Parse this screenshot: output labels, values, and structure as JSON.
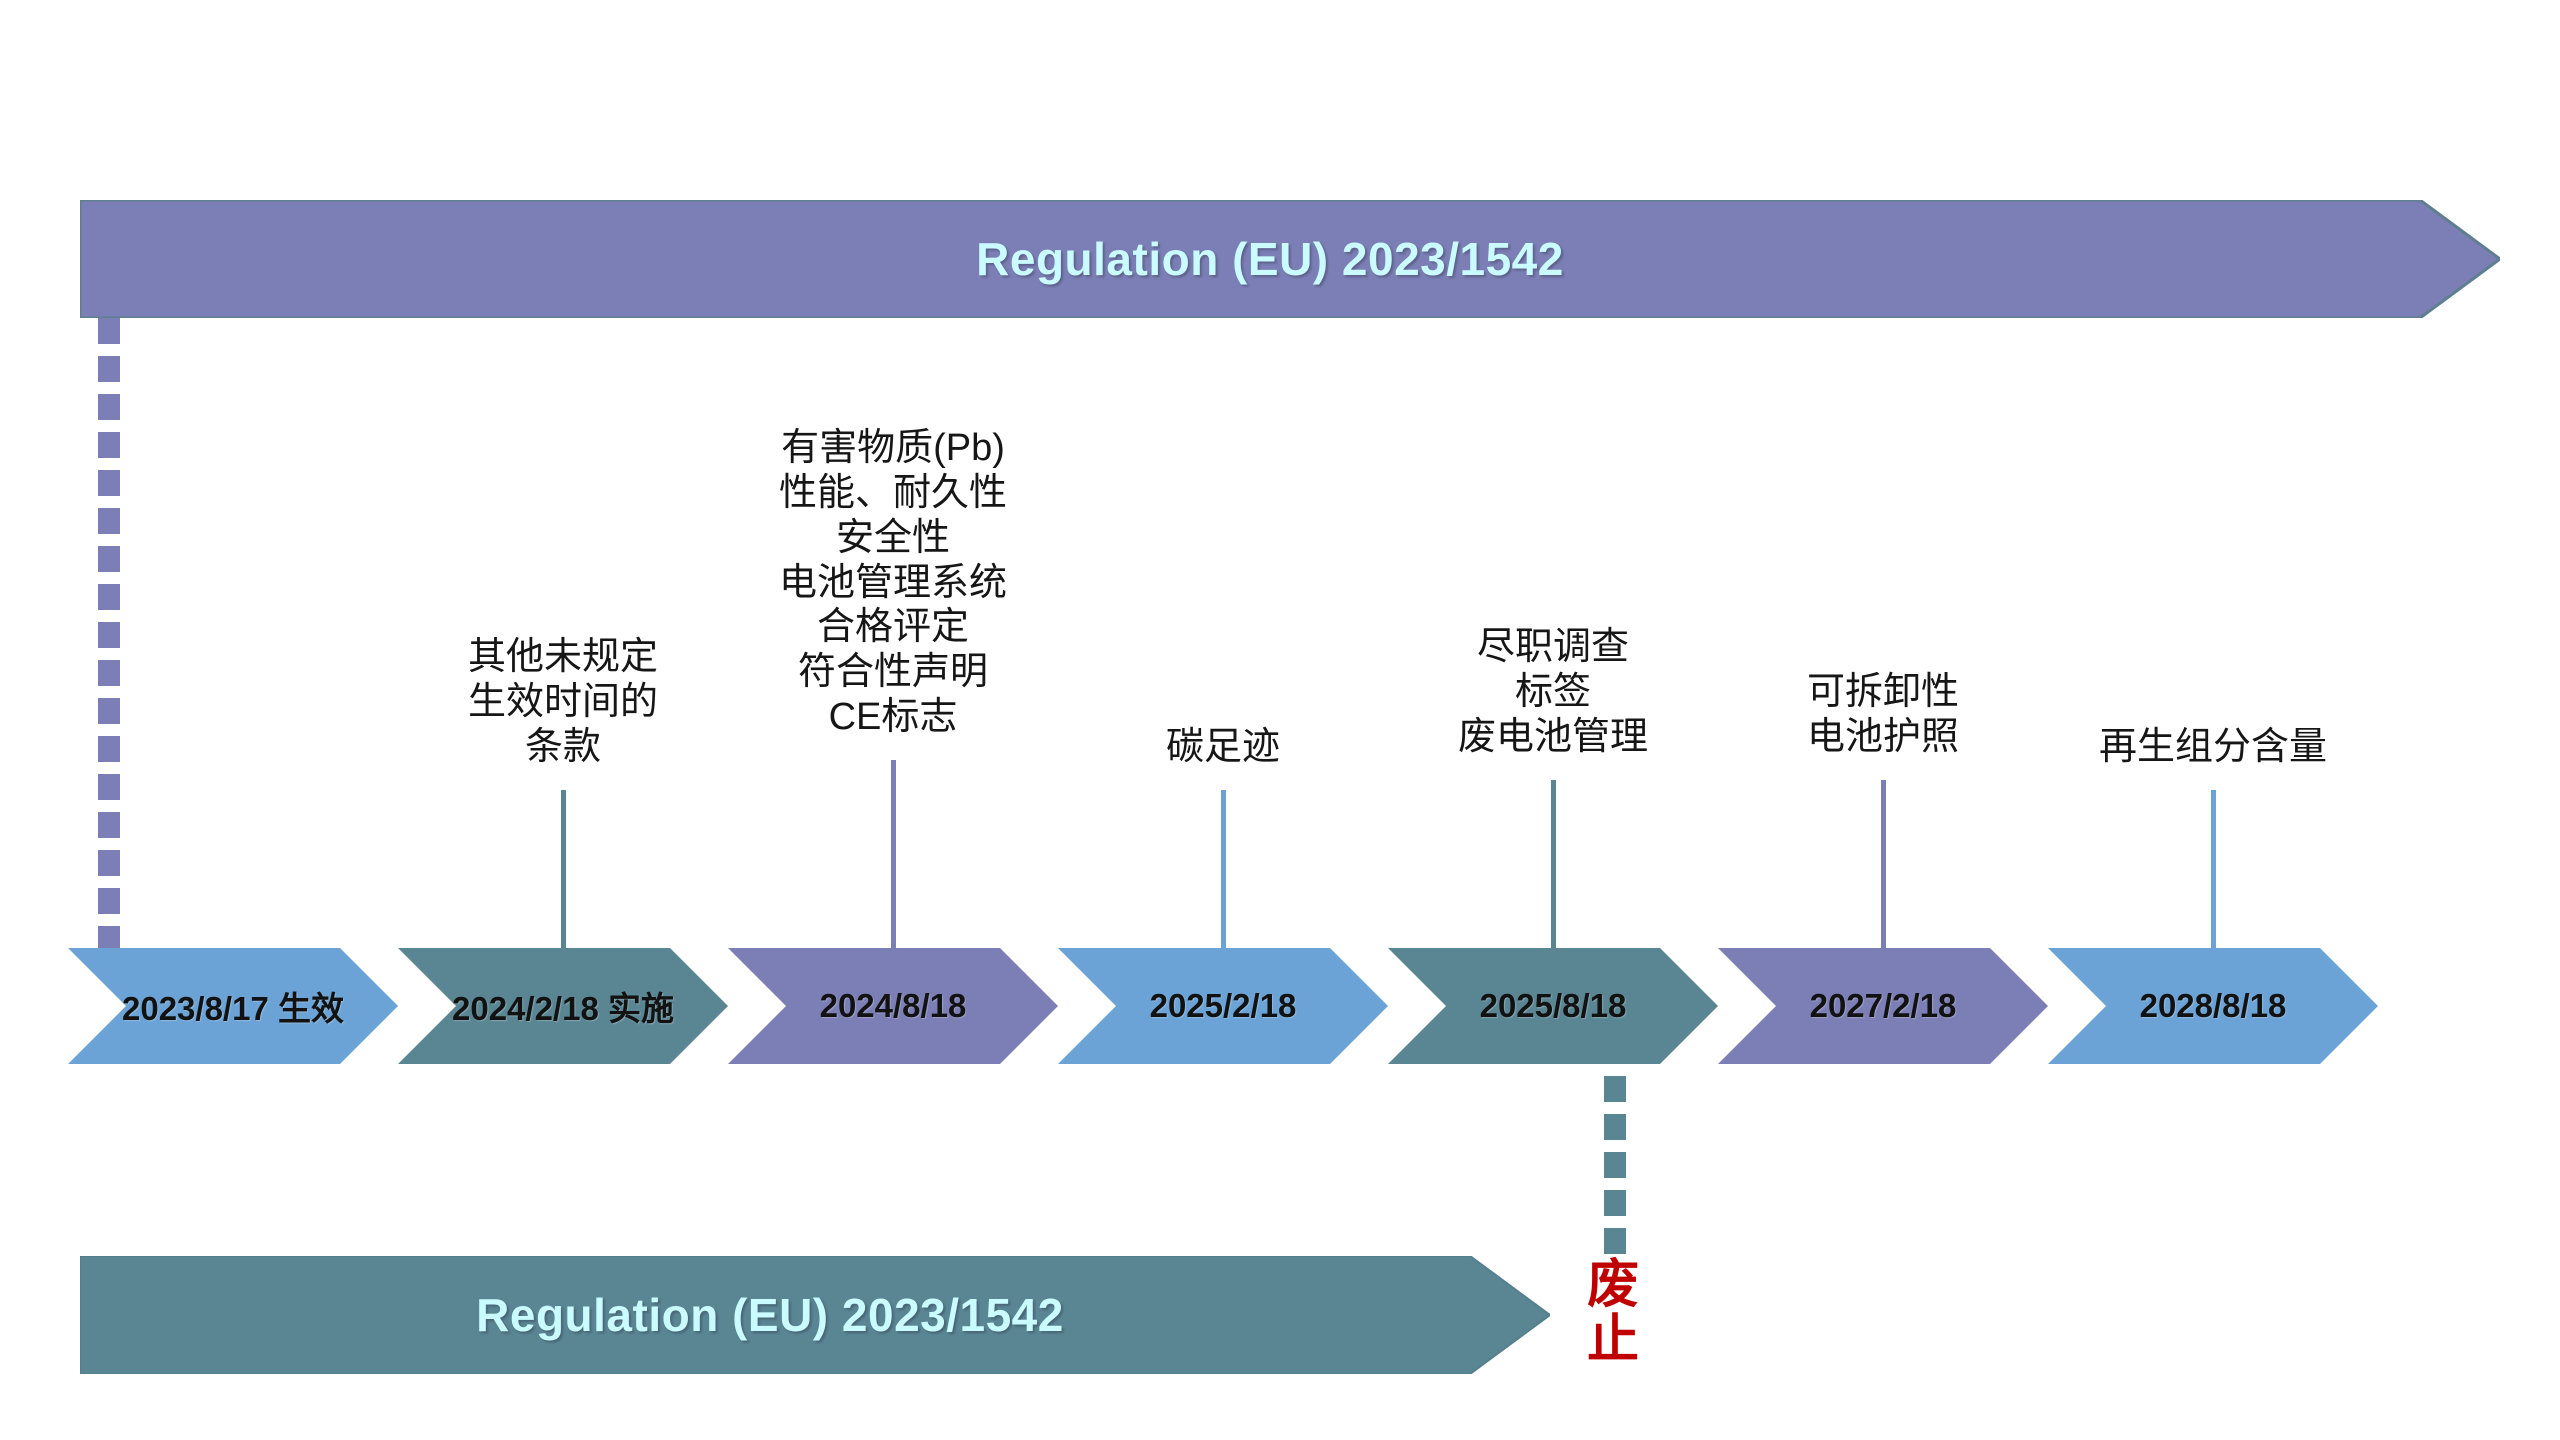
{
  "palette": {
    "purple": "#7b7fb5",
    "teal": "#5a8694",
    "blue": "#6ba3d6",
    "banner_text": "#c9fbff",
    "repeal_red": "#c00000",
    "label_dark": "#161616",
    "background": "#ffffff"
  },
  "top_banner": {
    "title": "Regulation (EU) 2023/1542",
    "color": "#7b7fb5"
  },
  "bottom_banner": {
    "title": "Regulation (EU) 2023/1542",
    "color": "#5a8694"
  },
  "repeal": {
    "chars": [
      "废",
      "止"
    ],
    "color": "#c00000"
  },
  "chart_data": {
    "type": "timeline",
    "title": "Regulation (EU) 2023/1542",
    "orientation": "horizontal",
    "milestones": [
      {
        "date": "2023/8/17",
        "label": "2023/8/17 生效",
        "status": "生效",
        "color": "#6ba3d6",
        "topics": [],
        "has_stem": false
      },
      {
        "date": "2024/2/18",
        "label": "2024/2/18 实施",
        "status": "实施",
        "color": "#5a8694",
        "topics": [
          "其他未规定",
          "生效时间的",
          "条款"
        ],
        "has_stem": true
      },
      {
        "date": "2024/8/18",
        "label": "2024/8/18",
        "status": "",
        "color": "#7b7fb5",
        "topics": [
          "有害物质(Pb)",
          "性能、耐久性",
          "安全性",
          "电池管理系统",
          "合格评定",
          "符合性声明",
          "CE标志"
        ],
        "has_stem": true
      },
      {
        "date": "2025/2/18",
        "label": "2025/2/18",
        "status": "",
        "color": "#6ba3d6",
        "topics": [
          "碳足迹"
        ],
        "has_stem": true
      },
      {
        "date": "2025/8/18",
        "label": "2025/8/18",
        "status": "",
        "color": "#5a8694",
        "topics": [
          "尽职调查",
          "标签",
          "废电池管理"
        ],
        "has_stem": true
      },
      {
        "date": "2027/2/18",
        "label": "2027/2/18",
        "status": "",
        "color": "#7b7fb5",
        "topics": [
          "可拆卸性",
          "电池护照"
        ],
        "has_stem": true
      },
      {
        "date": "2028/8/18",
        "label": "2028/8/18",
        "status": "",
        "color": "#6ba3d6",
        "topics": [
          "再生组分含量"
        ],
        "has_stem": true
      }
    ],
    "annotations": [
      {
        "name": "entry-into-force-connector",
        "text": "",
        "from": "top_banner_start",
        "to": "2023/8/17",
        "style": "dashed",
        "color": "#7b7fb5"
      },
      {
        "name": "repeal-connector",
        "text": "废止",
        "from": "2025/8/18",
        "to": "bottom_banner_end",
        "style": "dashed",
        "color": "#5a8694"
      }
    ]
  }
}
